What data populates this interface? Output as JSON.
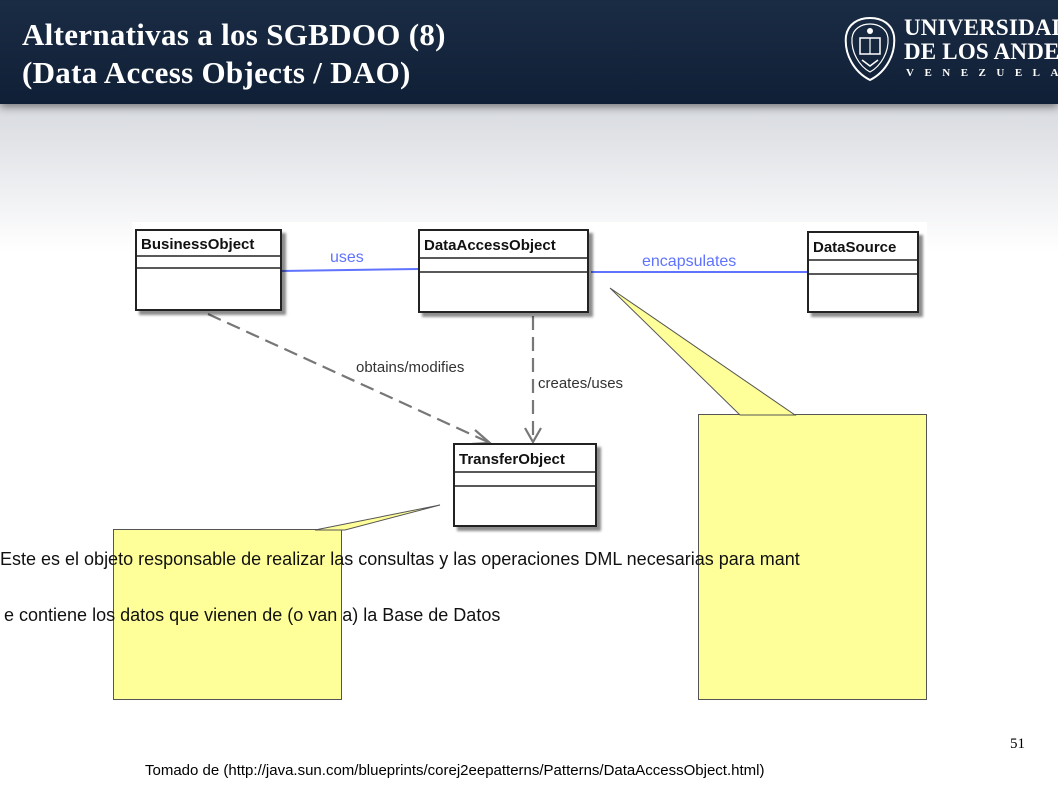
{
  "slide": {
    "title_line1": "Alternativas a los SGBDOO (8)",
    "title_line2": "(Data Access Objects / DAO)",
    "page_number": "51",
    "source": "Tomado de (http://java.sun.com/blueprints/corej2eepatterns/Patterns/DataAccessObject.html)"
  },
  "logo": {
    "name_line1": "UNIVERSIDAD",
    "name_line2": "DE LOS ANDES",
    "country": "VENEZUELA",
    "icon": "university-seal-icon"
  },
  "diagram": {
    "classes": {
      "business_object": "BusinessObject",
      "data_access_object": "DataAccessObject",
      "data_source": "DataSource",
      "transfer_object": "TransferObject"
    },
    "relations": {
      "uses": "uses",
      "encapsulates": "encapsulates",
      "obtains_modifies": "obtains/modifies",
      "creates_uses": "creates/uses"
    },
    "colors": {
      "association_line": "#5f73ff",
      "callout_fill": "#ffff99"
    }
  },
  "callouts": {
    "dao_text": "Este es el objeto responsable de realizar las consultas y las operaciones DML necesarias para mant",
    "transfer_text": "e contiene los datos que vienen de (o van a) la Base de Datos"
  }
}
